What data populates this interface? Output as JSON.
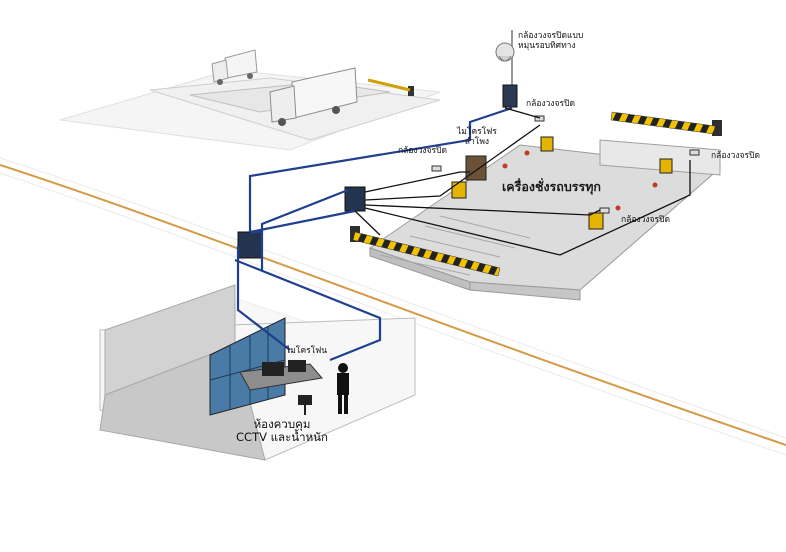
{
  "labels": {
    "ptz_camera": "กล้องวงจรปิดแบบ\nหมุนรอบทิศทาง",
    "camera_top": "กล้องวงจรปิด",
    "camera_left": "กล้องวงจรปิด",
    "camera_right": "กล้องวงจรปิด",
    "camera_front": "กล้องวงจรปิด",
    "mic_speaker": "ไมโครโฟร\nลำโพง",
    "truck_scale": "เครื่องชั่งรถบรรทุก",
    "microphone": "ไมโครโฟน",
    "control_room_line1": "ห้องควบคุม",
    "control_room_line2": "CCTV และน้ำหนัก"
  },
  "colors": {
    "network_cable": "#1f3f8f",
    "signal_cable": "#111111",
    "road_line": "#d49a45",
    "barrier_stripe_a": "#f2c200",
    "barrier_stripe_b": "#222222",
    "platform": "#dcdcdc",
    "wall": "#cfcfcf"
  }
}
